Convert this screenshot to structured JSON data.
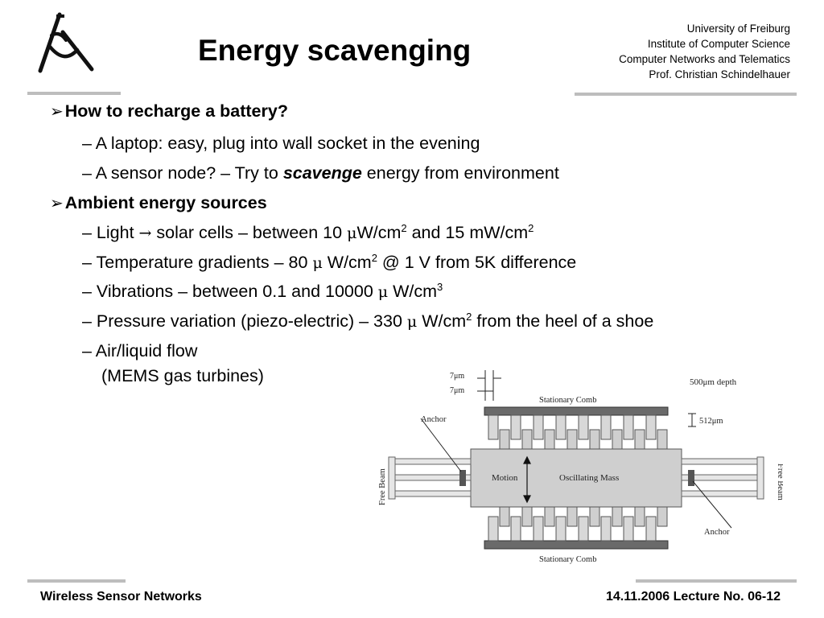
{
  "header": {
    "title": "Energy scavenging",
    "institution": [
      "University of Freiburg",
      "Institute of Computer Science",
      "Computer Networks and Telematics",
      "Prof. Christian Schindelhauer"
    ]
  },
  "bullets": {
    "b1": {
      "arrow": "➢",
      "heading": "How to recharge a battery?",
      "items": [
        "– A laptop: easy, plug into wall socket in the evening"
      ],
      "item2": {
        "pre": "– A sensor node? – Try to ",
        "em": "scavenge",
        "post": " energy from environment"
      }
    },
    "b2": {
      "arrow": "➢",
      "heading": "Ambient energy sources",
      "light": {
        "pre": "– Light ",
        "arrow": "→",
        "mid": " solar cells – between 10 ",
        "mu": "μ",
        "unit1": "W/cm",
        "sup1": "2",
        "mid2": " and 15 mW/cm",
        "sup2": "2"
      },
      "temp": {
        "pre": "– Temperature gradients – 80 ",
        "mu": "μ",
        "unit": " W/cm",
        "sup": "2",
        "post": " @ 1 V from 5K difference"
      },
      "vib": {
        "pre": "– Vibrations – between 0.1 and 10000 ",
        "mu": "μ",
        "unit": " W/cm",
        "sup": "3"
      },
      "press": {
        "pre": "– Pressure variation (piezo-electric) – 330 ",
        "mu": "μ",
        "unit": " W/cm",
        "sup": "2",
        "post": " from the heel of a shoe"
      },
      "air1": "– Air/liquid flow",
      "air2": "(MEMS gas turbines)"
    }
  },
  "figure": {
    "labels": {
      "gap1": "7μm",
      "gap2": "7μm",
      "depth": "500μm depth",
      "stationary_top": "Stationary Comb",
      "stationary_bottom": "Stationary Comb",
      "height": "512μm",
      "anchor_left": "Anchor",
      "anchor_right": "Anchor",
      "motion": "Motion",
      "mass": "Oscillating Mass",
      "free_beam_left": "Free Beam",
      "free_beam_right": "Free Beam"
    }
  },
  "footer": {
    "left": "Wireless Sensor Networks",
    "right": "14.11.2006 Lecture No. 06-12"
  }
}
